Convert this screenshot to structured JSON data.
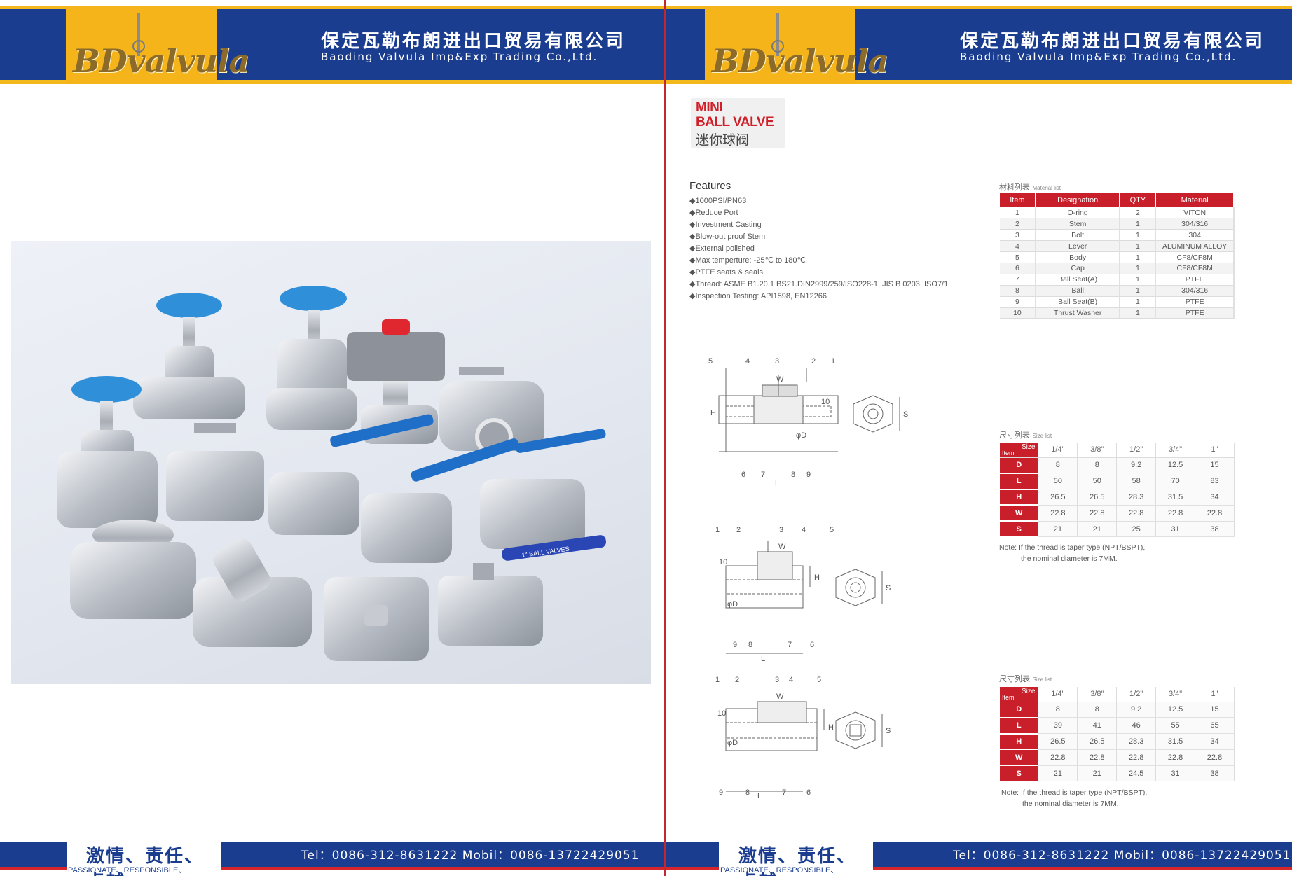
{
  "header": {
    "logo": "BDvalvula",
    "company_cn": "保定瓦勒布朗进出口贸易有限公司",
    "company_en": "Baoding Valvula Imp&Exp Trading Co.,Ltd."
  },
  "footer": {
    "slogan_cn": "激情、责任、卓越",
    "slogan_en": "PASSIONATE、RESPONSIBLE、REMARKABLE",
    "contact": "Tel：0086-312-8631222   Mobil：0086-13722429051"
  },
  "product": {
    "title_line1": "MINI",
    "title_line2": "BALL VALVE",
    "title_cn": "迷你球阀"
  },
  "features": {
    "title": "Features",
    "items": [
      "◆1000PSI/PN63",
      "◆Reduce Port",
      "◆Investment Casting",
      "◆Blow-out proof Stem",
      "◆External polished",
      "◆Max temperture: -25℃ to 180℃",
      "◆PTFE seats & seals",
      "◆Thread: ASME B1.20.1  BS21.DIN2999/259/ISO228-1, JIS B 0203, ISO7/1",
      "◆Inspection Testing: API1598, EN12266"
    ]
  },
  "material_list": {
    "caption_cn": "材料列表",
    "caption_en": "Material list",
    "headers": [
      "Item",
      "Designation",
      "QTY",
      "Material"
    ],
    "rows": [
      [
        "1",
        "O-ring",
        "2",
        "VITON"
      ],
      [
        "2",
        "Stem",
        "1",
        "304/316"
      ],
      [
        "3",
        "Bolt",
        "1",
        "304"
      ],
      [
        "4",
        "Lever",
        "1",
        "ALUMINUM ALLOY"
      ],
      [
        "5",
        "Body",
        "1",
        "CF8/CF8M"
      ],
      [
        "6",
        "Cap",
        "1",
        "CF8/CF8M"
      ],
      [
        "7",
        "Ball Seat(A)",
        "1",
        "PTFE"
      ],
      [
        "8",
        "Ball",
        "1",
        "304/316"
      ],
      [
        "9",
        "Ball Seat(B)",
        "1",
        "PTFE"
      ],
      [
        "10",
        "Thrust Washer",
        "1",
        "PTFE"
      ]
    ]
  },
  "size_list_1": {
    "caption_cn": "尺寸列表",
    "caption_en": "Size list",
    "corner_size": "Size",
    "corner_item": "Item",
    "sizes": [
      "1/4\"",
      "3/8\"",
      "1/2\"",
      "3/4\"",
      "1\""
    ],
    "rows": [
      {
        "label": "D",
        "values": [
          "8",
          "8",
          "9.2",
          "12.5",
          "15"
        ]
      },
      {
        "label": "L",
        "values": [
          "50",
          "50",
          "58",
          "70",
          "83"
        ]
      },
      {
        "label": "H",
        "values": [
          "26.5",
          "26.5",
          "28.3",
          "31.5",
          "34"
        ]
      },
      {
        "label": "W",
        "values": [
          "22.8",
          "22.8",
          "22.8",
          "22.8",
          "22.8"
        ]
      },
      {
        "label": "S",
        "values": [
          "21",
          "21",
          "25",
          "31",
          "38"
        ]
      }
    ],
    "note_line1": "Note: If the thread is taper type (NPT/BSPT),",
    "note_line2": "the nominal diameter is 7MM."
  },
  "size_list_2": {
    "caption_cn": "尺寸列表",
    "caption_en": "Size list",
    "corner_size": "Size",
    "corner_item": "Item",
    "sizes": [
      "1/4\"",
      "3/8\"",
      "1/2\"",
      "3/4\"",
      "1\""
    ],
    "rows": [
      {
        "label": "D",
        "values": [
          "8",
          "8",
          "9.2",
          "12.5",
          "15"
        ]
      },
      {
        "label": "L",
        "values": [
          "39",
          "41",
          "46",
          "55",
          "65"
        ]
      },
      {
        "label": "H",
        "values": [
          "26.5",
          "26.5",
          "28.3",
          "31.5",
          "34"
        ]
      },
      {
        "label": "W",
        "values": [
          "22.8",
          "22.8",
          "22.8",
          "22.8",
          "22.8"
        ]
      },
      {
        "label": "S",
        "values": [
          "21",
          "21",
          "24.5",
          "31",
          "38"
        ]
      }
    ],
    "note_line1": "Note: If the thread is taper type (NPT/BSPT),",
    "note_line2": "the nominal diameter is 7MM."
  },
  "drawing_1": {
    "top_labels": [
      "5",
      "4",
      "3",
      "2",
      "1"
    ],
    "bottom_labels": [
      "6",
      "7",
      "8",
      "9"
    ],
    "side_labels": [
      "10"
    ],
    "dims": [
      "W",
      "H",
      "L",
      "φD",
      "S"
    ]
  },
  "drawing_2": {
    "top_labels": [
      "1",
      "2",
      "3",
      "4",
      "5"
    ],
    "bottom_labels": [
      "9",
      "8",
      "7",
      "6"
    ],
    "side_labels": [
      "10"
    ],
    "dims": [
      "W",
      "H",
      "L",
      "φD",
      "S"
    ]
  },
  "drawing_3": {
    "top_labels": [
      "1",
      "2",
      "3",
      "4",
      "5"
    ],
    "bottom_labels": [
      "9",
      "8",
      "7",
      "6"
    ],
    "side_labels": [
      "10"
    ],
    "dims": [
      "W",
      "H",
      "L",
      "φD",
      "S"
    ]
  },
  "photo": {
    "tag_text": "1\" BALL VALVES"
  },
  "colors": {
    "brand_blue": "#1a3d8f",
    "brand_yellow": "#f4b41a",
    "accent_red": "#c81f2a"
  }
}
